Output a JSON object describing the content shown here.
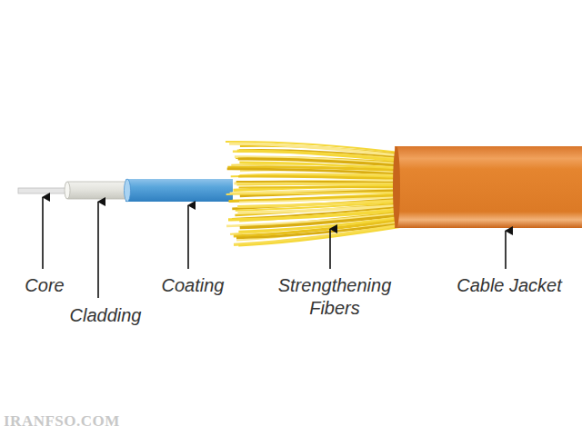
{
  "diagram": {
    "labels": [
      "Core",
      "Cladding",
      "Coating",
      "Strengthening Fibers",
      "Cable Jacket",
      "IRANFSO.COM"
    ]
  }
}
